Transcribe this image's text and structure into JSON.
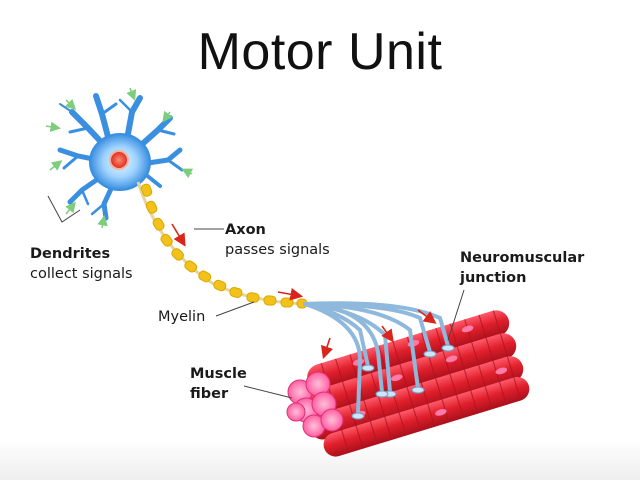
{
  "title": "Motor Unit",
  "labels": {
    "dendrites_title": "Dendrites",
    "dendrites_desc": "collect signals",
    "axon_title": "Axon",
    "axon_desc": "passes signals",
    "myelin": "Myelin",
    "nmj_line1": "Neuromuscular",
    "nmj_line2": "junction",
    "muscle_line1": "Muscle",
    "muscle_line2": "fiber"
  },
  "colors": {
    "neuron_body": "#3a8fe0",
    "neuron_light": "#bfe3ff",
    "nucleus": "#e8332a",
    "myelin": "#f2c21a",
    "axon_terminal": "#8fb8dd",
    "muscle": "#e0202c",
    "muscle_light": "#ff7aa8",
    "signal_arrow": "#d9251c",
    "input_arrow": "#7ccd7c"
  }
}
